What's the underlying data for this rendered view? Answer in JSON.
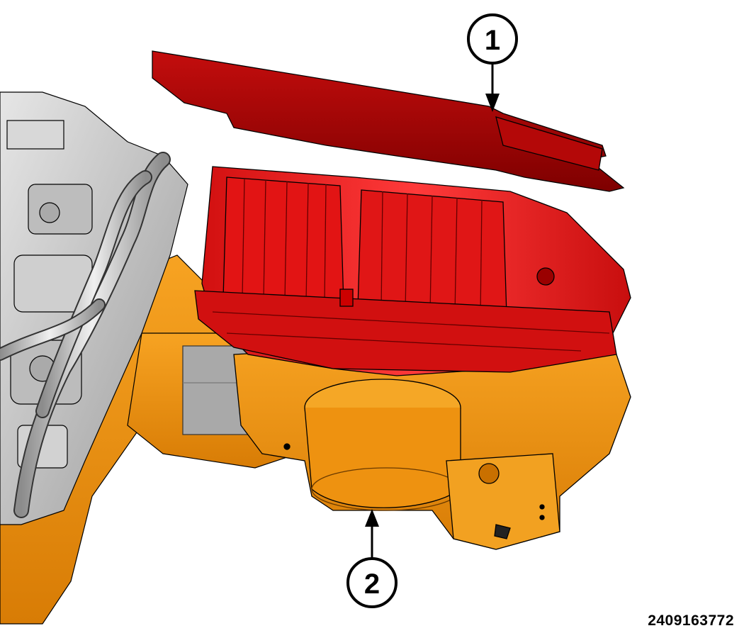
{
  "figure": {
    "id_text": "2409163772",
    "colors": {
      "upper_housing": "#e01818",
      "upper_housing_dark": "#8a0000",
      "lower_housing": "#f2960a",
      "lower_housing_dark": "#a85a00",
      "engine_gray": "#c8c8c8",
      "outline": "#000000"
    }
  },
  "callouts": [
    {
      "number": "1"
    },
    {
      "number": "2"
    }
  ]
}
